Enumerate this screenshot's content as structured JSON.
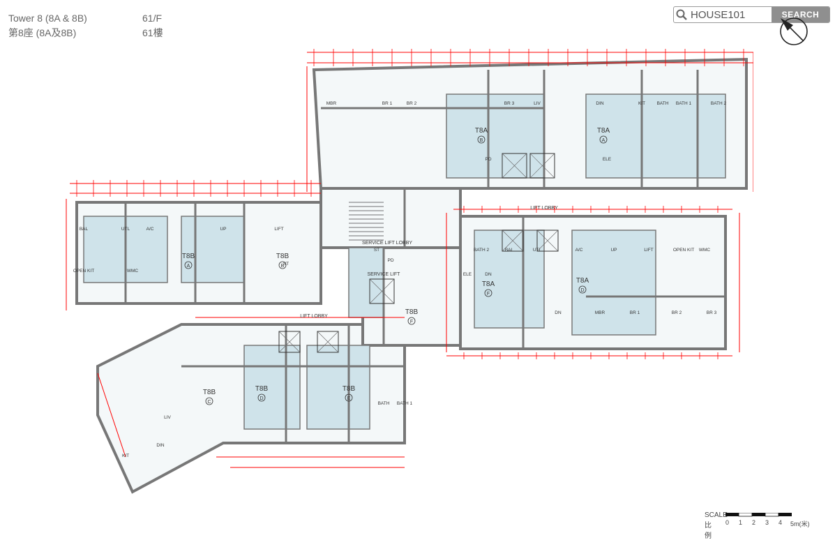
{
  "header": {
    "tower_en": "Tower 8 (8A & 8B)",
    "tower_zh": "第8座 (8A及8B)",
    "floor_en": "61/F",
    "floor_zh": "61樓"
  },
  "search": {
    "icon": "magnifier-icon",
    "value": "HOUSE101",
    "button_label": "SEARCH"
  },
  "compass": {
    "icon": "north-arrow-icon"
  },
  "scale": {
    "label_en": "SCALE",
    "label_zh": "比例",
    "ticks": [
      "0",
      "1",
      "2",
      "3",
      "4",
      "5m(米)"
    ]
  },
  "floorplan": {
    "lobbies": [
      "LIFT LOBBY",
      "SERVICE LIFT LOBBY",
      "SERVICE LIFT",
      "LIFT LOBBY"
    ],
    "flats": [
      {
        "tower": "T8A",
        "flat": "A"
      },
      {
        "tower": "T8A",
        "flat": "B"
      },
      {
        "tower": "T8B",
        "flat": "A"
      },
      {
        "tower": "T8B",
        "flat": "B"
      },
      {
        "tower": "T8A",
        "flat": "D"
      },
      {
        "tower": "T8A",
        "flat": "F"
      },
      {
        "tower": "T8B",
        "flat": "F"
      },
      {
        "tower": "T8B",
        "flat": "C"
      },
      {
        "tower": "T8B",
        "flat": "D"
      },
      {
        "tower": "T8B",
        "flat": "E"
      }
    ],
    "room_labels": [
      "MBR",
      "BR 1",
      "BR 2",
      "BR 3",
      "LIV",
      "DIN",
      "KIT",
      "BATH",
      "BATH 1",
      "BATH 2",
      "BAL",
      "UTL",
      "A/C",
      "UP",
      "LIFT",
      "OPEN KIT",
      "WMC",
      "ST",
      "PD",
      "ELE",
      "DN"
    ],
    "colors": {
      "walls": "#777777",
      "dims": "#ff0000",
      "room_fill": "#cfe3ea"
    }
  }
}
